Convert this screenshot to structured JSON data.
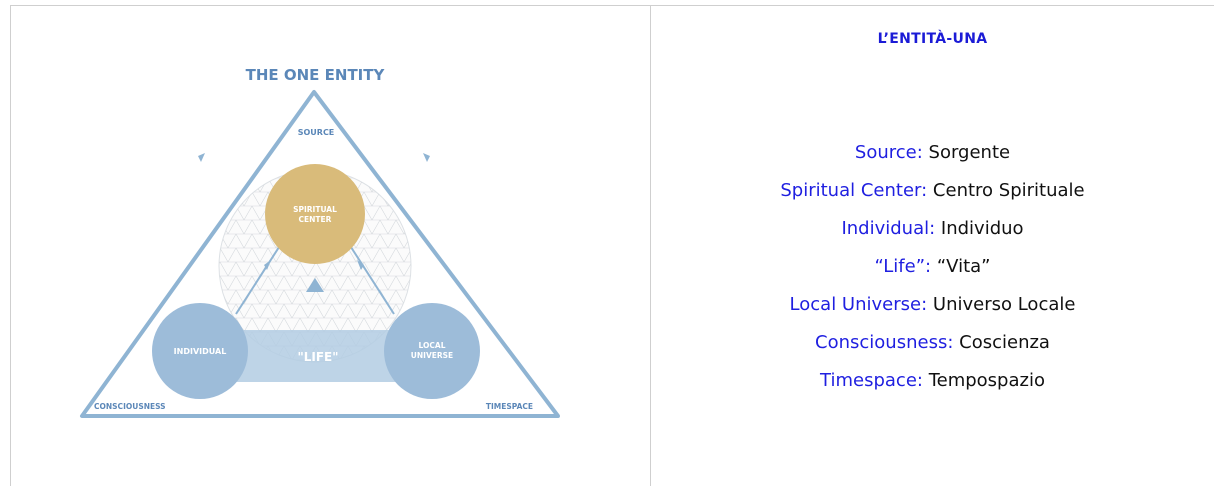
{
  "diagram": {
    "title": "THE ONE ENTITY",
    "source": "SOURCE",
    "spiritual_center": [
      "SPIRITUAL",
      "CENTER"
    ],
    "individual": "INDIVIDUAL",
    "life": "\"LIFE\"",
    "local_universe": [
      "LOCAL",
      "UNIVERSE"
    ],
    "consciousness": "CONSCIOUSNESS",
    "timespace": "TIMESPACE",
    "colors": {
      "triangle": "#8fb4d3",
      "gold": "#d9bb7a",
      "blue_circle": "#9dbcd9",
      "title": "#5b87b8"
    }
  },
  "heading": "L’ENTITÀ-UNA",
  "translations": [
    {
      "en": "Source:",
      "it": "Sorgente"
    },
    {
      "en": "Spiritual Center:",
      "it": "Centro Spirituale"
    },
    {
      "en": "Individual:",
      "it": "Individuo"
    },
    {
      "en": "“Life”:",
      "it": "“Vita”"
    },
    {
      "en": "Local Universe:",
      "it": "Universo Locale"
    },
    {
      "en": "Consciousness:",
      "it": "Coscienza"
    },
    {
      "en": "Timespace:",
      "it": "Tempospazio"
    }
  ]
}
